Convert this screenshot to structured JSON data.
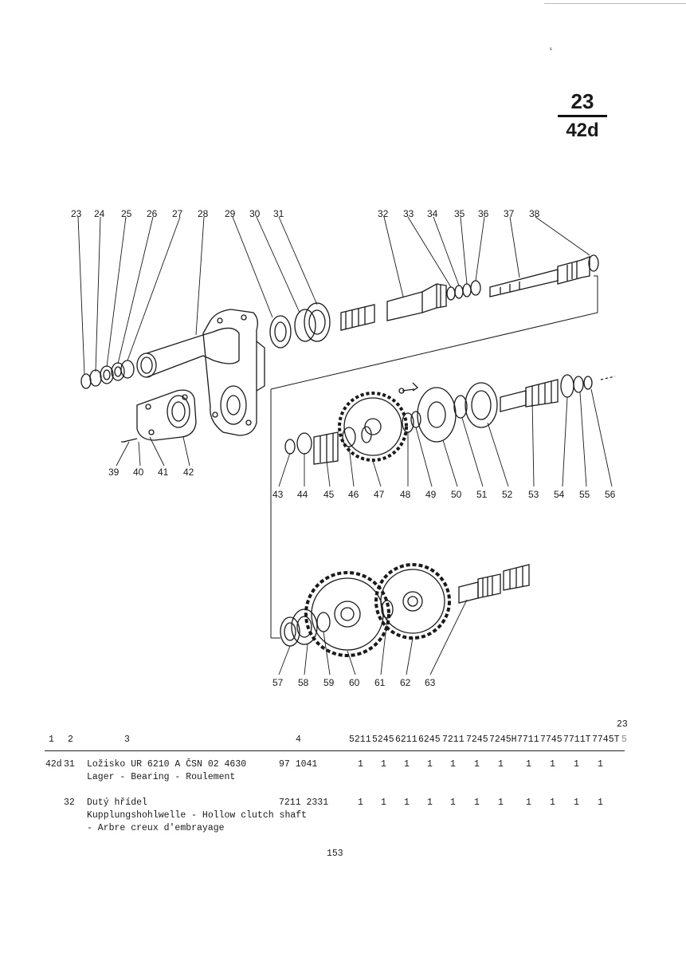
{
  "page": {
    "corner_mark": "s",
    "section_number": "23",
    "group_code": "42d",
    "page_number": "153"
  },
  "figure": {
    "callouts": [
      "23",
      "24",
      "25",
      "26",
      "27",
      "28",
      "29",
      "30",
      "31",
      "32",
      "33",
      "34",
      "35",
      "36",
      "37",
      "38",
      "39",
      "40",
      "41",
      "42",
      "43",
      "44",
      "45",
      "46",
      "47",
      "48",
      "49",
      "50",
      "51",
      "52",
      "53",
      "54",
      "55",
      "56",
      "57",
      "58",
      "59",
      "60",
      "61",
      "62",
      "63"
    ]
  },
  "parts_table": {
    "column_headers": [
      "1",
      "2",
      "3",
      "4"
    ],
    "model_columns": [
      "5211",
      "5245",
      "6211",
      "6245",
      "7211",
      "7245",
      "7245H",
      "7711",
      "7745",
      "7711T",
      "7745T"
    ],
    "corner_number": "23",
    "model_suffix": "5",
    "rows": [
      {
        "group": "42d",
        "position": "31",
        "description_lines": [
          "Ložisko UR 6210 A ČSN 02 4630",
          "Lager - Bearing - Roulement"
        ],
        "part_number": "97 1041",
        "quantities": [
          "1",
          "1",
          "1",
          "1",
          "1",
          "1",
          "1",
          "1",
          "1",
          "1",
          "1"
        ]
      },
      {
        "group": "",
        "position": "32",
        "description_lines": [
          "Dutý hřídel",
          "Kupplungshohlwelle - Hollow clutch shaft",
          "- Arbre creux d'embrayage"
        ],
        "part_number": "7211 2331",
        "quantities": [
          "1",
          "1",
          "1",
          "1",
          "1",
          "1",
          "1",
          "1",
          "1",
          "1",
          "1"
        ]
      }
    ]
  }
}
